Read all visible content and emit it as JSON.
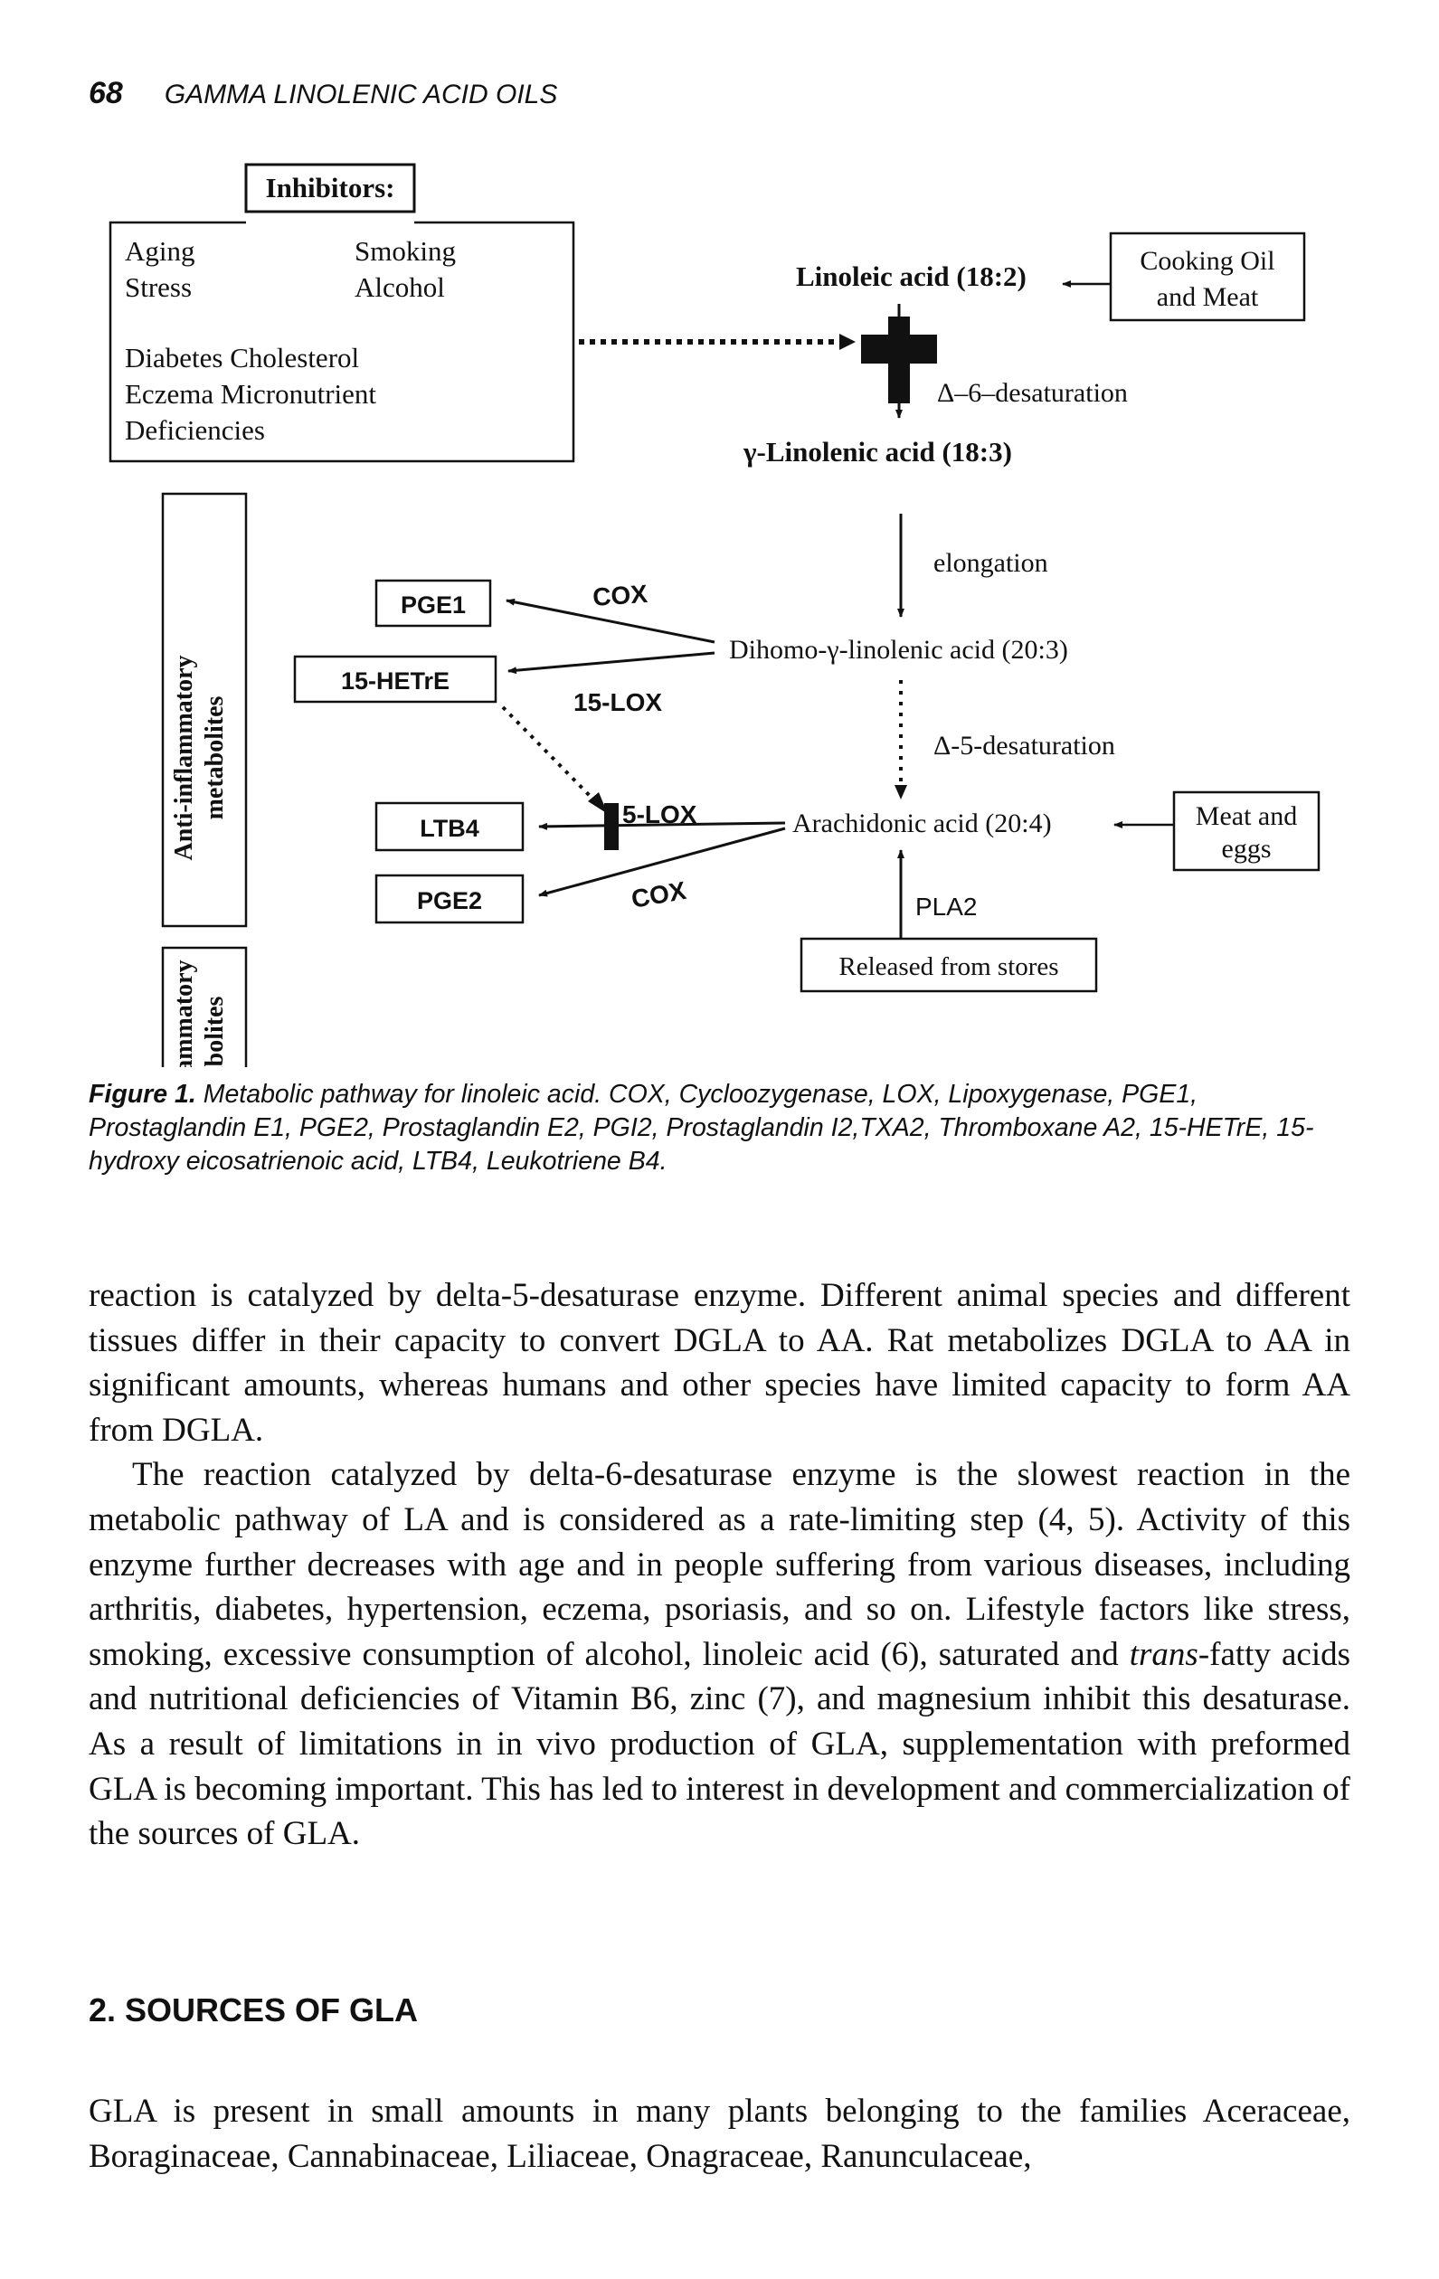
{
  "header": {
    "page_number": "68",
    "running_title": "GAMMA LINOLENIC ACID OILS"
  },
  "figure": {
    "inhibitors_title": "Inhibitors:",
    "inhibitors": [
      "Aging",
      "Smoking",
      "Stress",
      "Alcohol",
      "Diabetes Cholesterol",
      "Eczema Micronutrient",
      "Deficiencies"
    ],
    "linoleic": "Linoleic acid (18:2)",
    "cooking_oil": [
      "Cooking Oil",
      "and Meat"
    ],
    "d6": "Δ–6–desaturation",
    "gla": "γ-Linolenic acid (18:3)",
    "elongation": "elongation",
    "dgla": "Dihomo-γ-linolenic acid (20:3)",
    "d5": "Δ-5-desaturation",
    "aa": "Arachidonic acid (20:4)",
    "meat_eggs": [
      "Meat and",
      "eggs"
    ],
    "pla2": "PLA2",
    "released": "Released from stores",
    "anti_label": [
      "Anti-inflammatory",
      "metabolites"
    ],
    "pro_label": [
      "Pro-inflammatory",
      "metabolites"
    ],
    "pge1": "PGE1",
    "hetre": "15-HETrE",
    "ltb4": "LTB4",
    "pge2": "PGE2",
    "cox_top": "COX",
    "lox15": "15-LOX",
    "lox5": "5-LOX",
    "cox_bottom": "COX"
  },
  "caption": {
    "label": "Figure 1.",
    "text": "Metabolic pathway for linoleic acid. COX, Cycloozygenase, LOX, Lipoxygenase, PGE1, Prostaglandin E1, PGE2, Prostaglandin E2, PGI2, Prostaglandin I2,TXA2, Thromboxane A2, 15-HETrE, 15-hydroxy eicosatrienoic acid, LTB4, Leukotriene B4."
  },
  "body": {
    "para1": "reaction is catalyzed by delta-5-desaturase enzyme. Different animal species and different tissues differ in their capacity to convert DGLA to AA. Rat metabolizes DGLA to AA in significant amounts, whereas humans and other species have limited capacity to form AA from DGLA.",
    "para2_a": "The reaction catalyzed by delta-6-desaturase enzyme is the slowest reaction in the metabolic pathway of LA and is considered as a rate-limiting step (4, 5). Activity of this enzyme further decreases with age and in people suffering from various diseases, including arthritis, diabetes, hypertension, eczema, psoriasis, and so on. Lifestyle factors like stress, smoking, excessive consumption of alcohol, linoleic acid (6), saturated and ",
    "para2_trans": "trans",
    "para2_b": "-fatty acids and nutritional deficiencies of Vitamin B6, zinc (7), and magnesium inhibit this desaturase. As a result of limitations in in vivo production of GLA, supplementation with preformed GLA is becoming important. This has led to interest in development and commercialization of the sources of GLA.",
    "section_title": "2. SOURCES OF GLA",
    "para3": "GLA is present in small amounts in many plants belonging to the families Aceraceae, Boraginaceae, Cannabinaceae, Liliaceae, Onagraceae, Ranunculaceae,"
  }
}
